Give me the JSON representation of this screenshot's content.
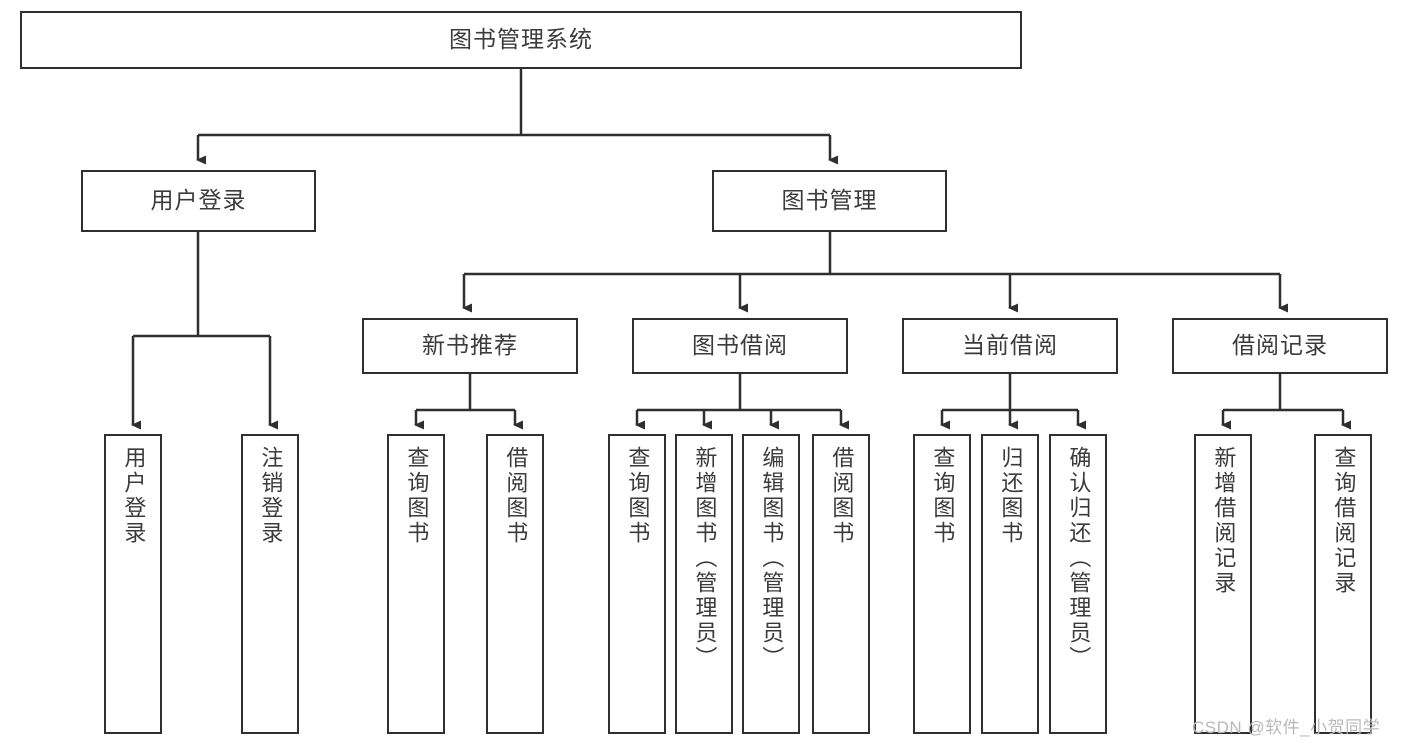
{
  "diagram": {
    "title": "图书管理系统",
    "type": "tree-hierarchy-diagram",
    "colors": {
      "box_border": "#2f2f2f",
      "box_fill": "#ffffff",
      "connector": "#2f2f2f",
      "text": "#3b3b3b",
      "background": "#ffffff",
      "watermark": "#b9b9b9"
    },
    "root": {
      "label": "图书管理系统"
    },
    "level1": [
      {
        "label": "用户登录"
      },
      {
        "label": "图书管理"
      }
    ],
    "level2": [
      {
        "label": "新书推荐"
      },
      {
        "label": "图书借阅"
      },
      {
        "label": "当前借阅"
      },
      {
        "label": "借阅记录"
      }
    ],
    "leaves": {
      "user_login": [
        {
          "label": "用户登录"
        },
        {
          "label": "注销登录"
        }
      ],
      "new_book_recommend": [
        {
          "label": "查询图书"
        },
        {
          "label": "借阅图书"
        }
      ],
      "book_borrow": [
        {
          "label": "查询图书"
        },
        {
          "label": "新增图书（管理员）"
        },
        {
          "label": "编辑图书（管理员）"
        },
        {
          "label": "借阅图书"
        }
      ],
      "current_borrow": [
        {
          "label": "查询图书"
        },
        {
          "label": "归还图书"
        },
        {
          "label": "确认归还（管理员）"
        }
      ],
      "borrow_record": [
        {
          "label": "新增借阅记录"
        },
        {
          "label": "查询借阅记录"
        }
      ]
    }
  },
  "watermark": {
    "text": "CSDN @软件_小贺同学"
  }
}
